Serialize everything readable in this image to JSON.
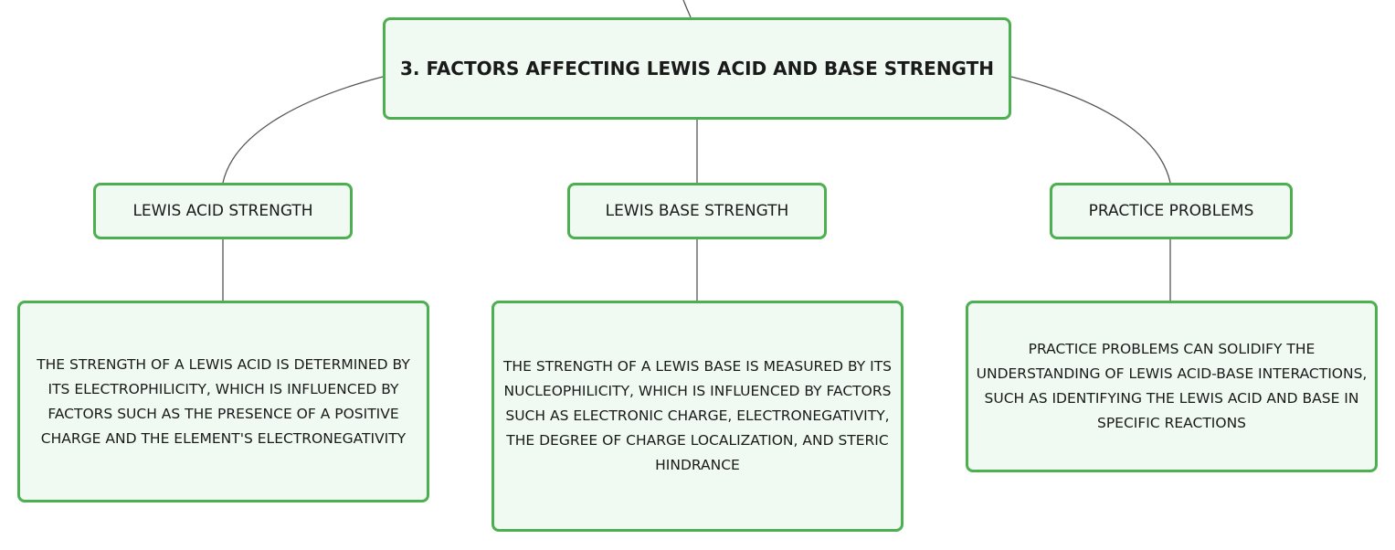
{
  "diagram": {
    "root": {
      "label": "3. FACTORS AFFECTING LEWIS ACID AND BASE STRENGTH"
    },
    "branches": [
      {
        "label": "LEWIS ACID STRENGTH",
        "detail": "THE STRENGTH OF A LEWIS ACID IS DETERMINED BY ITS ELECTROPHILICITY, WHICH IS INFLUENCED BY FACTORS SUCH AS THE PRESENCE OF A POSITIVE CHARGE AND THE ELEMENT'S ELECTRONEGATIVITY"
      },
      {
        "label": "LEWIS BASE STRENGTH",
        "detail": "THE STRENGTH OF A LEWIS BASE IS MEASURED BY ITS NUCLEOPHILICITY, WHICH IS INFLUENCED BY FACTORS SUCH AS ELECTRONIC CHARGE, ELECTRONEGATIVITY, THE DEGREE OF CHARGE LOCALIZATION, AND STERIC HINDRANCE"
      },
      {
        "label": "PRACTICE PROBLEMS",
        "detail": "PRACTICE PROBLEMS CAN SOLIDIFY THE UNDERSTANDING OF LEWIS ACID-BASE INTERACTIONS, SUCH AS IDENTIFYING THE LEWIS ACID AND BASE IN SPECIFIC REACTIONS"
      }
    ],
    "colors": {
      "node_border": "#4caf50",
      "node_fill": "#f0f9f2",
      "connector": "#555555",
      "text": "#1a1a1a"
    }
  }
}
